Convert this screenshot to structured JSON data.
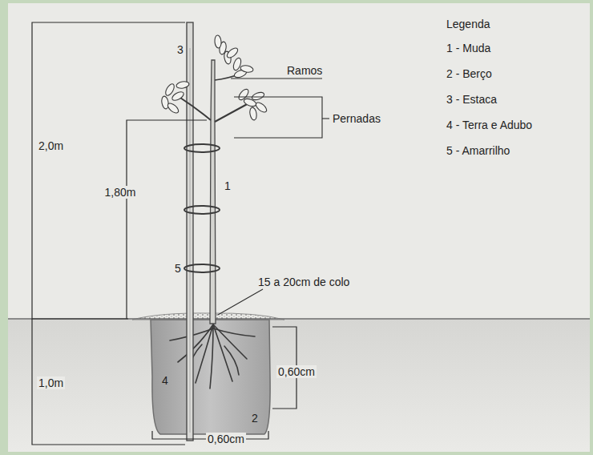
{
  "diagram": {
    "labels": [
      "Ramos",
      "Pernadas",
      "2,0m",
      "1,80m",
      "1,0m",
      "15 a 20cm de colo",
      "0,60cm",
      "0,60cm",
      "3",
      "1",
      "5",
      "4",
      "2",
      "Legenda"
    ],
    "legend": [
      {
        "text": "1 - Muda"
      },
      {
        "text": "2 - Berço"
      },
      {
        "text": "3 - Estaca"
      },
      {
        "text": "4 - Terra e Adubo"
      },
      {
        "text": "5 - Amarrilho"
      }
    ]
  }
}
